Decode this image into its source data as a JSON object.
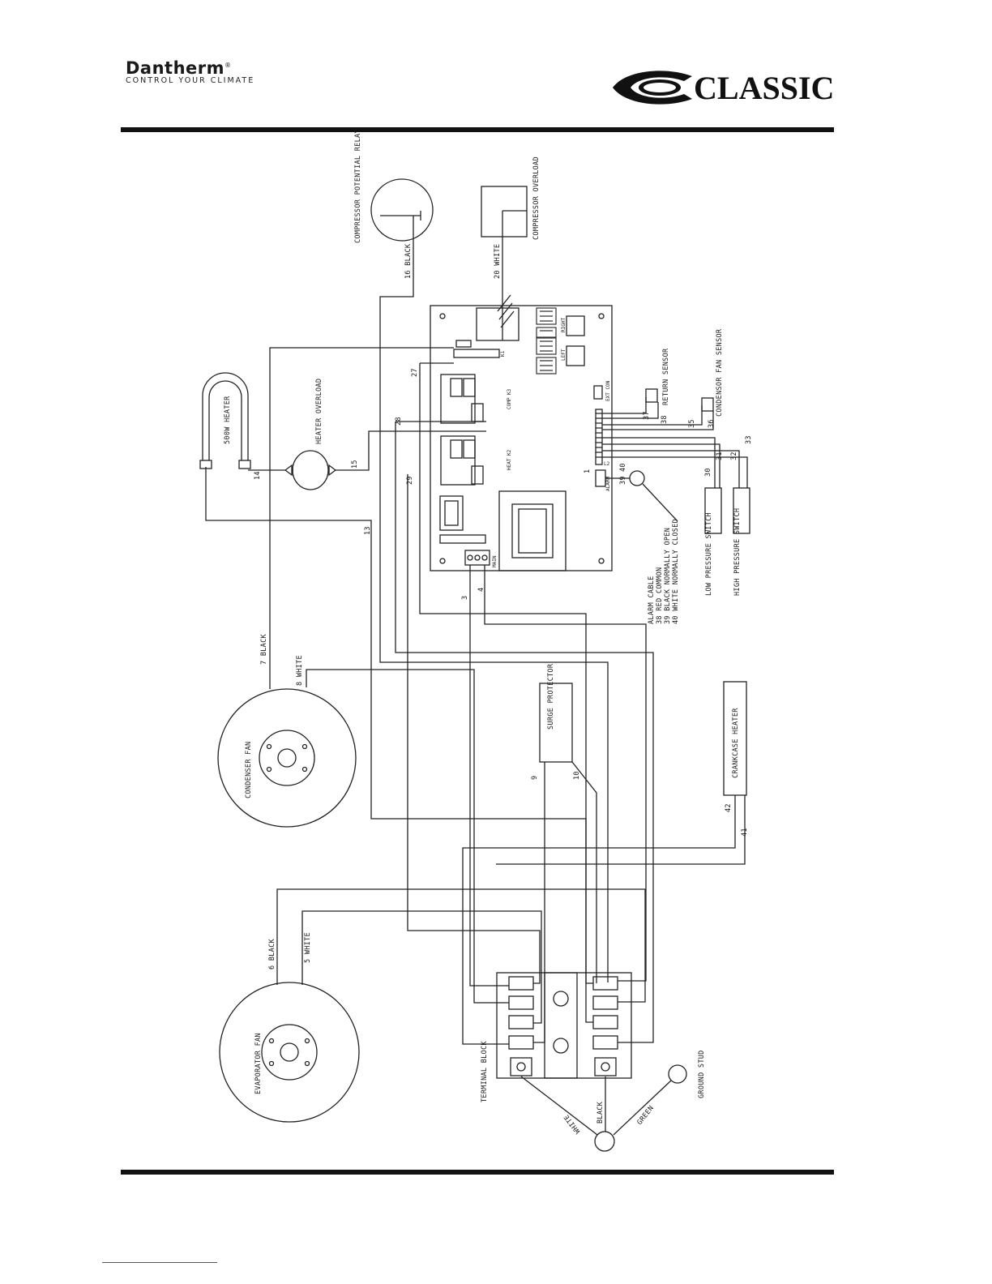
{
  "header": {
    "brand_name": "Dantherm",
    "brand_tagline": "CONTROL YOUR CLIMATE",
    "logo_text": "CLASSIC"
  },
  "diagram": {
    "components": {
      "compressor_relay": "COMPRESSOR POTENTIAL RELAY",
      "compressor_overload": "COMPRESSOR OVERLOAD",
      "heater": "500W HEATER",
      "heater_overload": "HEATER OVERLOAD",
      "return_sensor": "RETURN SENSOR",
      "condenser_fan_sensor": "CONDENSOR FAN SENSOR",
      "low_pressure_switch": "LOW PRESSURE SWITCH",
      "high_pressure_switch": "HIGH PRESSURE SWITCH",
      "alarm_cable": "ALARM CABLE",
      "alarm_38": "38 RED COMMON",
      "alarm_39": "39 BLACK NORMALLY OPEN",
      "alarm_40": "40 WHITE NORMALLY CLOSED",
      "condenser_fan": "CONDENSER FAN",
      "evaporator_fan": "EVAPORATOR FAN",
      "surge_protector": "SURGE PROTECTOR",
      "crankcase_heater": "CRANKCASE HEATER",
      "terminal_block": "TERMINAL BLOCK",
      "ground_stud": "GROUND STUD"
    },
    "board": {
      "left": "LEFT",
      "right": "RIGHT",
      "k1": "K1",
      "comp_k3": "COMP K3",
      "heat_k2": "HEAT K2",
      "main": "MAIN",
      "alarm": "ALARM",
      "ext_con": "EXT CON",
      "l2": "L2"
    },
    "wires": {
      "w16": "16 BLACK",
      "w20": "20 WHITE",
      "w7": "7 BLACK",
      "w8": "8 WHITE",
      "w6": "6 BLACK",
      "w5": "5 WHITE",
      "w27": "27",
      "w28": "28",
      "w29": "29",
      "w13": "13",
      "w14": "14",
      "w15": "15",
      "w3": "3",
      "w4": "4",
      "w9": "9",
      "w10": "10",
      "w41": "41",
      "w42": "42",
      "w37": "37",
      "w38": "38",
      "w35": "35",
      "w36": "36",
      "w30": "30",
      "w31": "31",
      "w32": "32",
      "w33": "33",
      "w39": "39",
      "w40": "40",
      "w1": "1",
      "white": "WHITE",
      "black": "BLACK",
      "green": "GREEN"
    }
  }
}
